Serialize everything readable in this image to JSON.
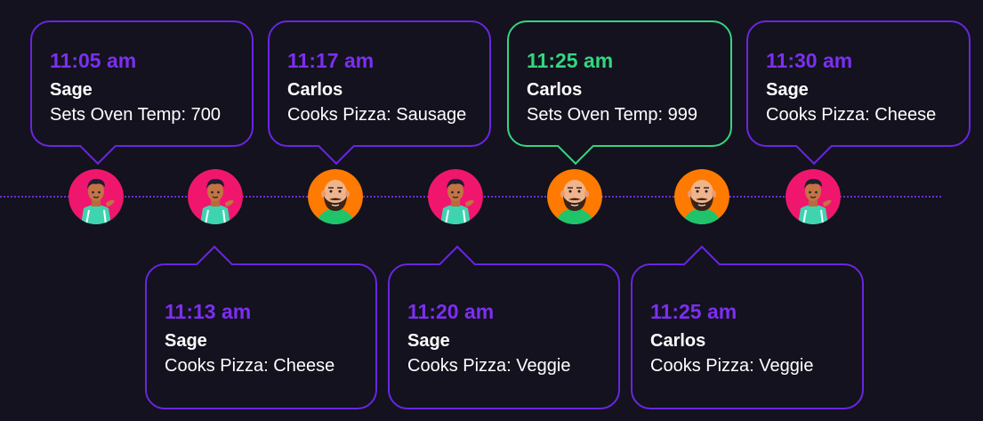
{
  "events": [
    {
      "time": "11:05 am",
      "person": "Sage",
      "action": "Sets Oven Temp: 700"
    },
    {
      "time": "11:13 am",
      "person": "Sage",
      "action": "Cooks Pizza: Cheese"
    },
    {
      "time": "11:17 am",
      "person": "Carlos",
      "action": "Cooks Pizza: Sausage"
    },
    {
      "time": "11:20 am",
      "person": "Sage",
      "action": "Cooks Pizza: Veggie"
    },
    {
      "time": "11:25 am",
      "person": "Carlos",
      "action": "Sets Oven Temp: 999"
    },
    {
      "time": "11:25 am",
      "person": "Carlos",
      "action": "Cooks Pizza: Veggie"
    },
    {
      "time": "11:30 am",
      "person": "Sage",
      "action": "Cooks Pizza: Cheese"
    }
  ],
  "colors": {
    "background": "#13121e",
    "accent": "#7d2ef2",
    "highlight": "#33d67f",
    "sage_avatar_bg": "#f0166e",
    "carlos_avatar_bg": "#ff7a00"
  },
  "icons": {
    "sage": "sage-avatar-icon",
    "carlos": "carlos-avatar-icon"
  }
}
